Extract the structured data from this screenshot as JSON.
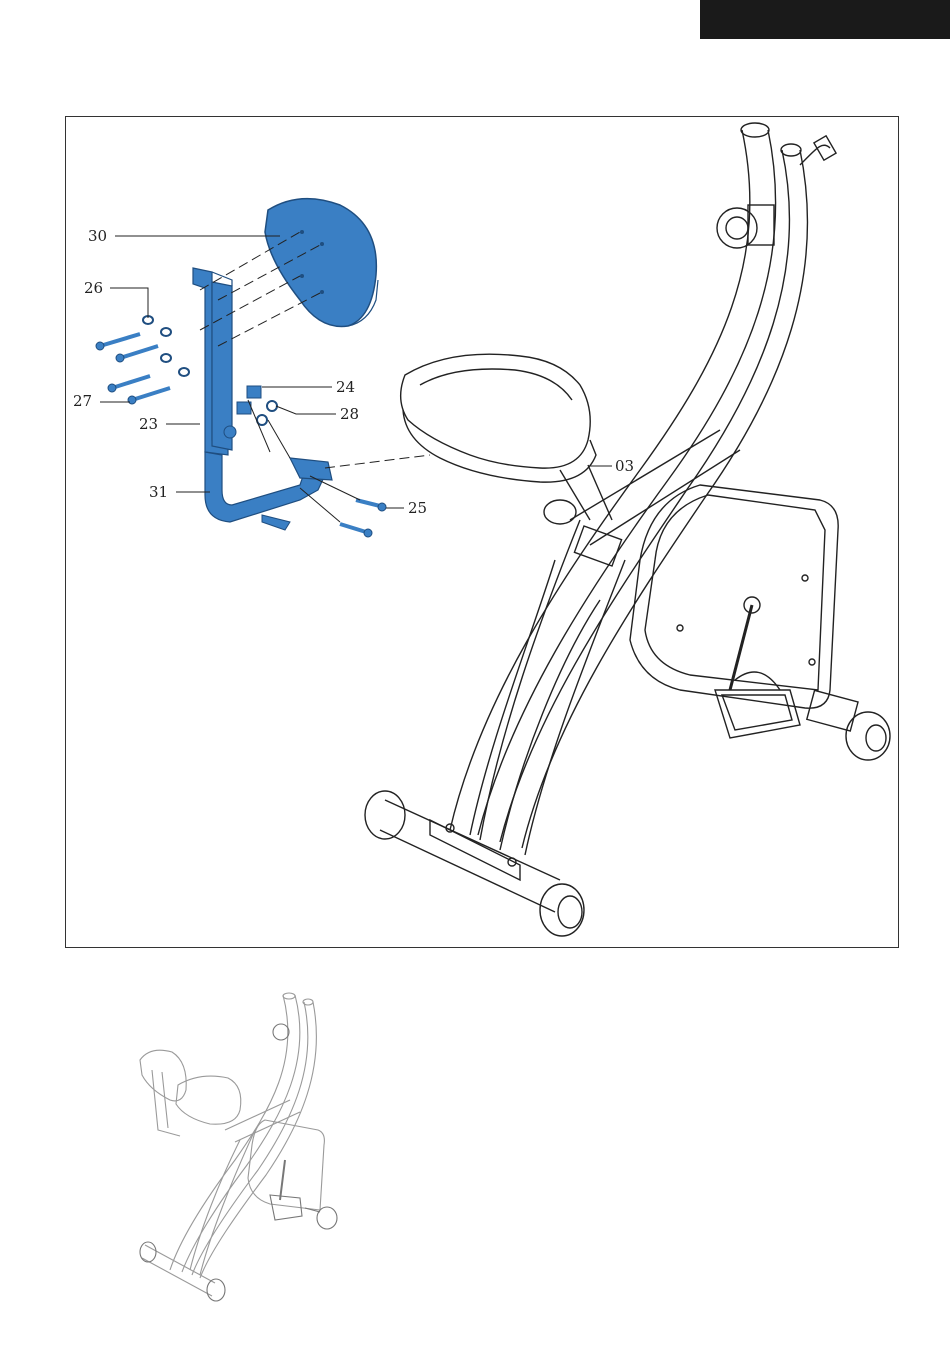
{
  "diagram": {
    "callouts": [
      {
        "id": "30"
      },
      {
        "id": "26"
      },
      {
        "id": "27"
      },
      {
        "id": "23"
      },
      {
        "id": "31"
      },
      {
        "id": "24"
      },
      {
        "id": "28"
      },
      {
        "id": "03"
      },
      {
        "id": "25"
      }
    ],
    "colors": {
      "highlight_parts": "#3a7fc4",
      "highlight_dark": "#1f4e80",
      "line": "#222222",
      "faded_line": "#9a9a9a",
      "header_tab": "#1a1a1a"
    }
  }
}
